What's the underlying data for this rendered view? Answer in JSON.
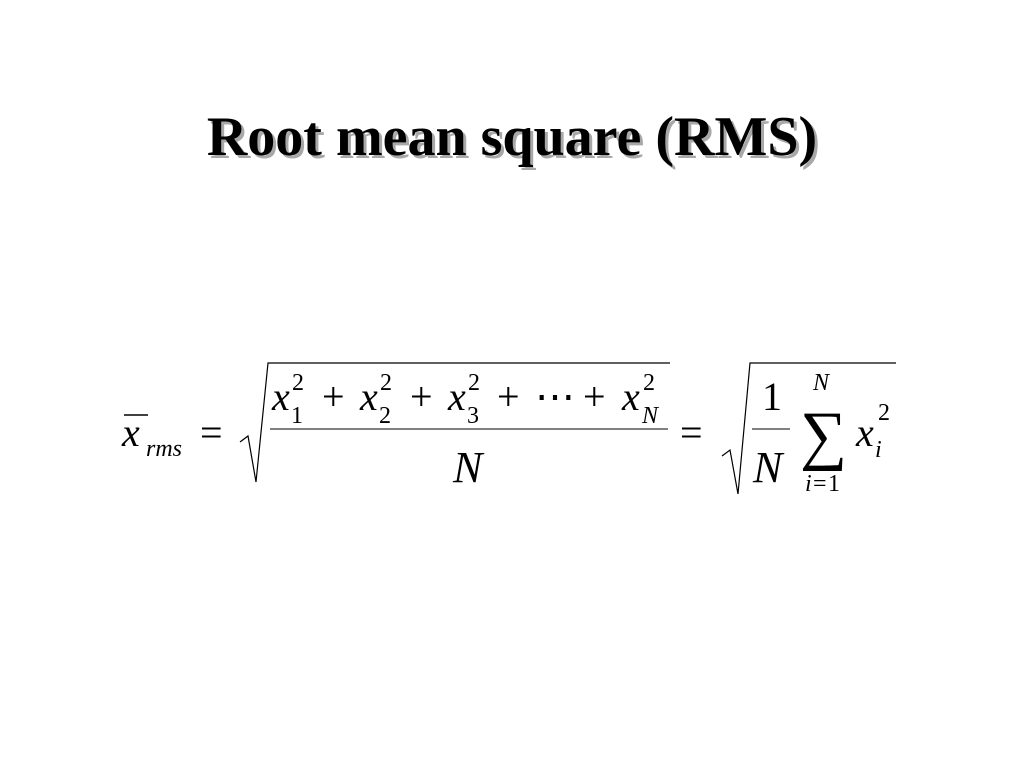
{
  "slide": {
    "title": "Root mean square (RMS)"
  },
  "formula": {
    "lhs_symbol": "x",
    "lhs_subscript": "rms",
    "equals": "=",
    "numerator_terms": [
      {
        "base": "x",
        "sup": "2",
        "sub": "1"
      },
      {
        "base": "x",
        "sup": "2",
        "sub": "2"
      },
      {
        "base": "x",
        "sup": "2",
        "sub": "3"
      },
      {
        "base": "x",
        "sup": "2",
        "sub": "N"
      }
    ],
    "plus": "+",
    "ellipsis": "⋯",
    "denominator": "N",
    "frac_one": "1",
    "frac_denominator": "N",
    "sum_symbol": "∑",
    "sum_upper": "N",
    "sum_lower_index": "i",
    "sum_lower_equals": "=",
    "sum_lower_start": "1",
    "summand_base": "x",
    "summand_sub": "i",
    "summand_sup": "2"
  }
}
